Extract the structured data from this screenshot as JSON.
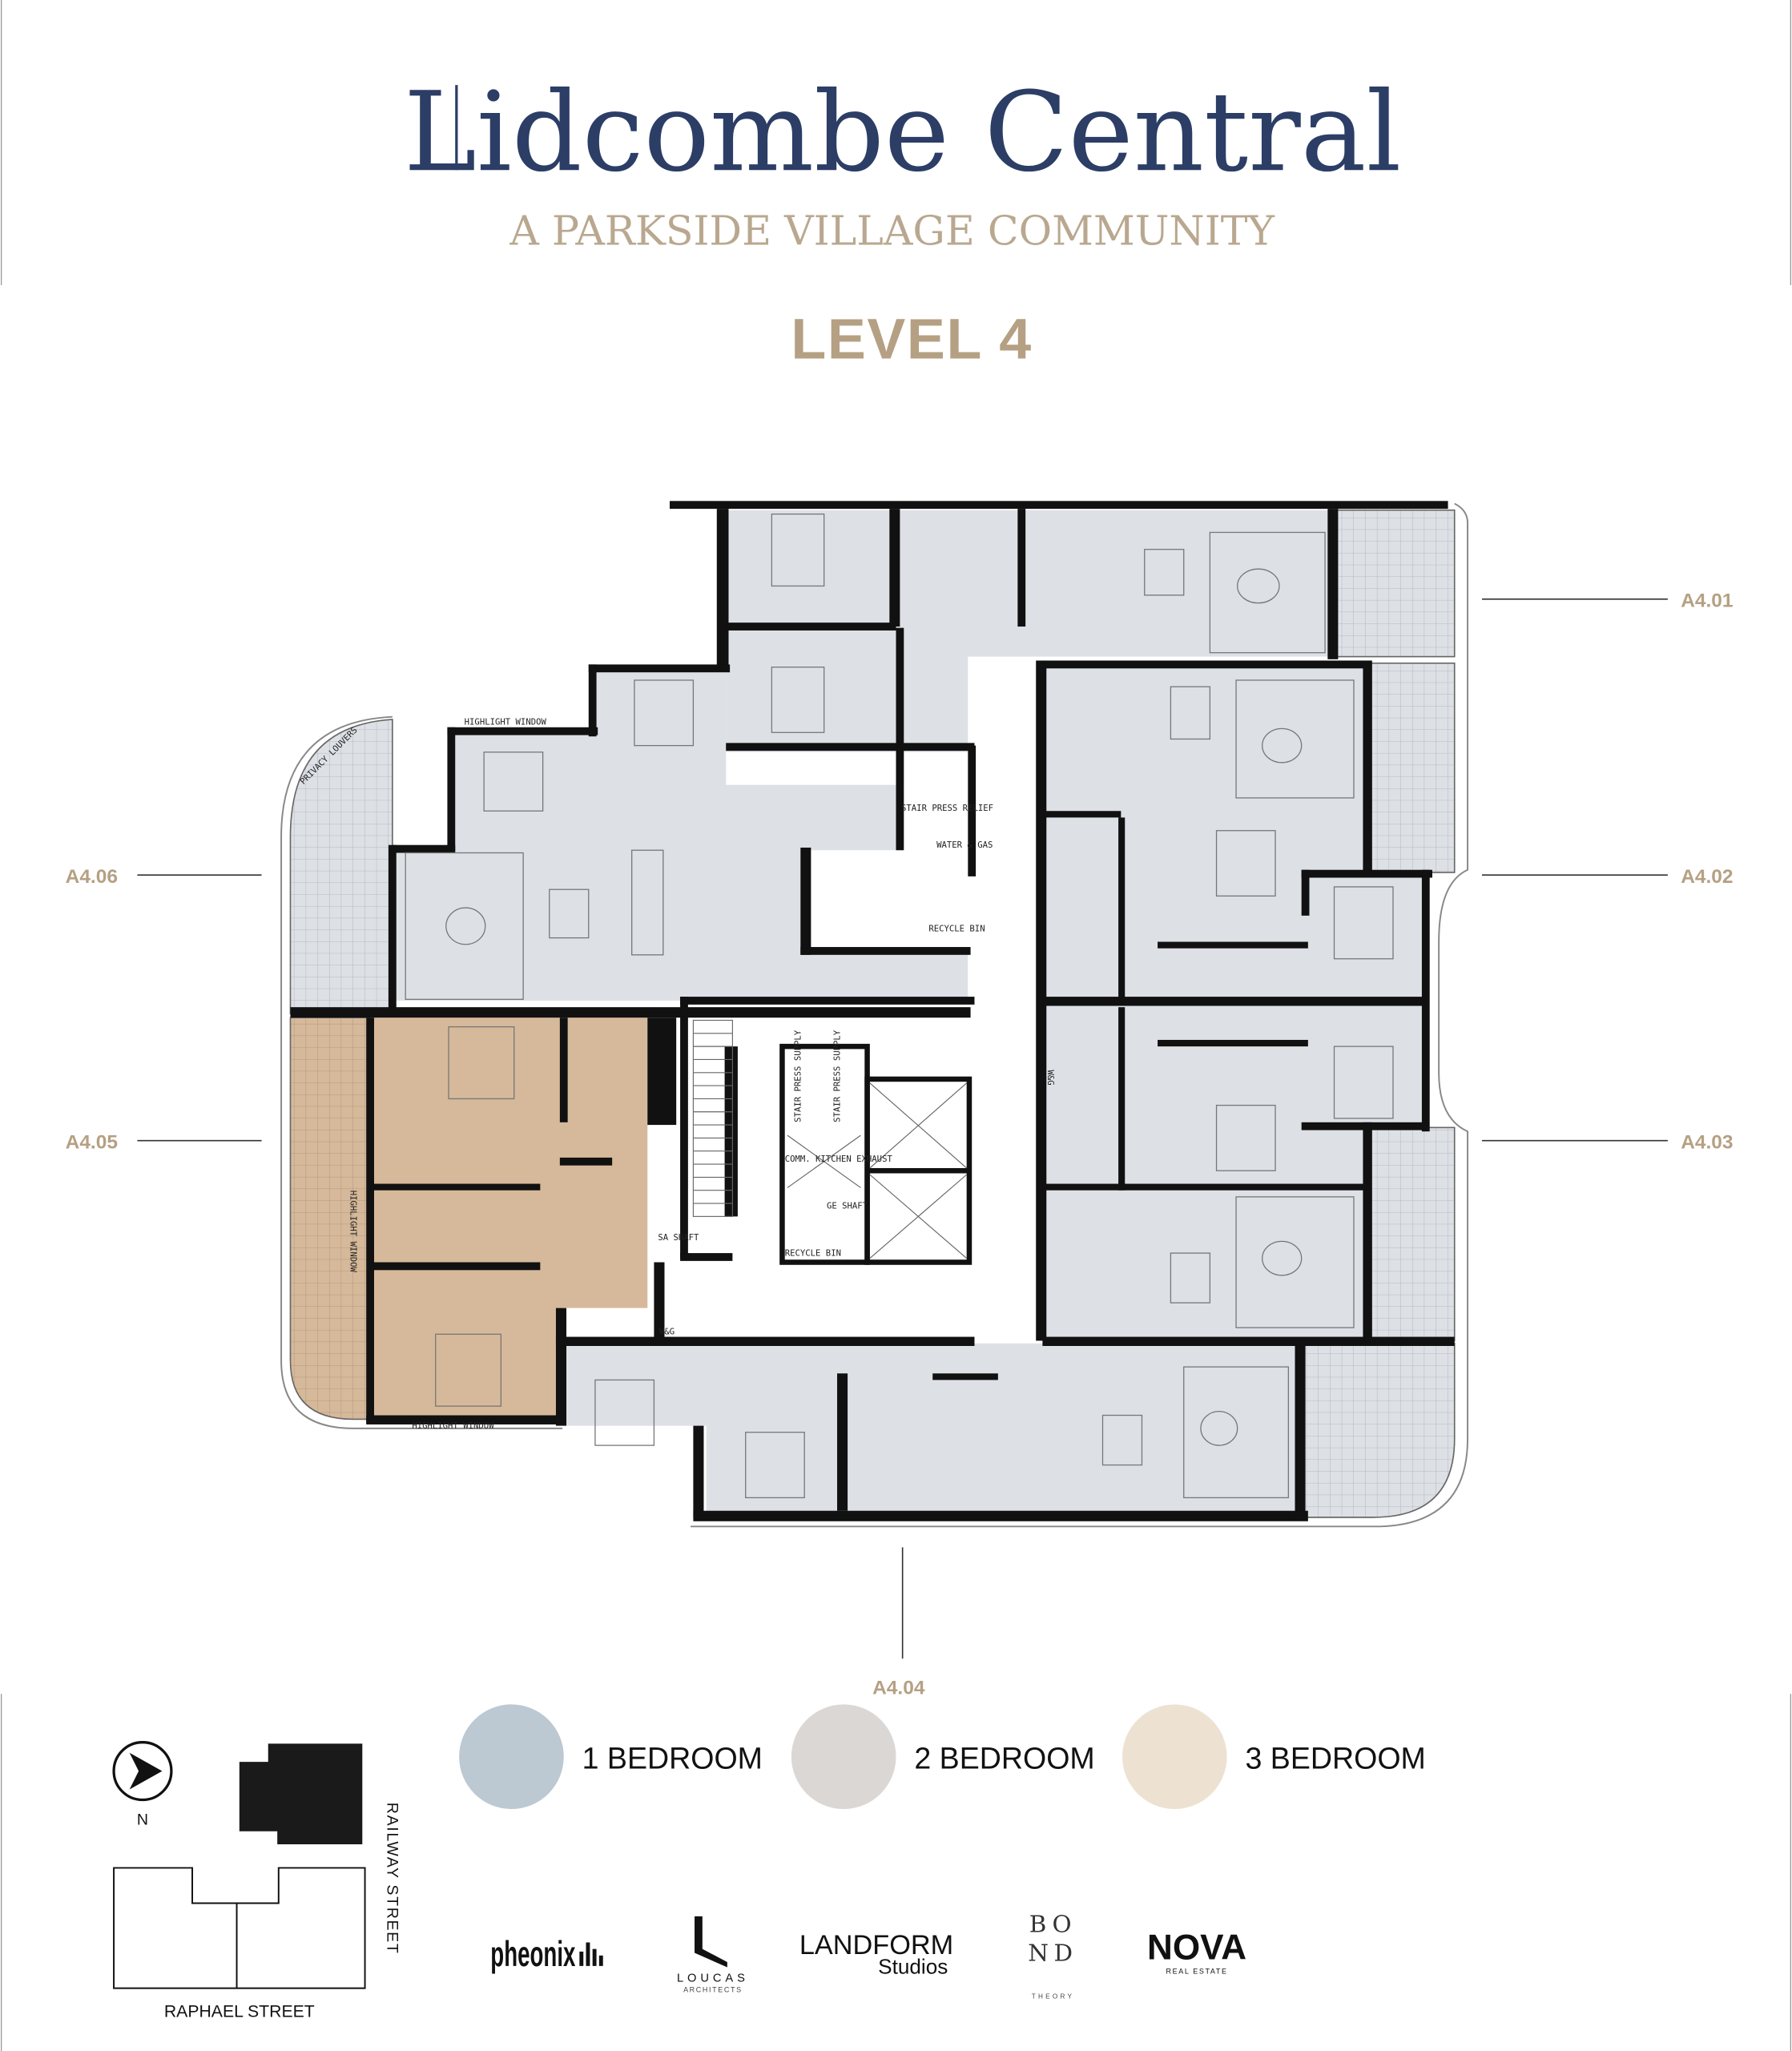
{
  "header": {
    "title": "Lidcombe Central",
    "subtitle": "A PARKSIDE VILLAGE COMMUNITY",
    "level": "LEVEL 4"
  },
  "units": {
    "a401": "A4.01",
    "a402": "A4.02",
    "a403": "A4.03",
    "a404": "A4.04",
    "a405": "A4.05",
    "a406": "A4.06"
  },
  "plan_labels": {
    "highlight_window_top": "HIGHLIGHT WINDOW",
    "privacy_louvers": "PRIVACY LOUVERS",
    "highlight_window_side": "HIGHLIGHT WINDOW",
    "highlight_window_bottom": "HIGHLIGHT WINDOW",
    "stair_press_relief": "STAIR PRESS RELIEF",
    "water_gas": "WATER & GAS",
    "recycle_bin_1": "RECYCLE BIN",
    "stair_press_supply_1": "STAIR PRESS SUPPLY",
    "stair_press_supply_2": "STAIR PRESS SUPPLY",
    "comm_kitchen_exhaust": "COMM. KITCHEN EXHAUST",
    "ge_shaft": "GE SHAFT",
    "sa_shaft": "SA SHAFT",
    "recycle_bin_2": "RECYCLE BIN",
    "wg_1": "W&G",
    "wg_2": "W&G"
  },
  "legend": [
    {
      "label": "1 BEDROOM",
      "color": "#bcc8d2"
    },
    {
      "label": "2 BEDROOM",
      "color": "#dbd7d5"
    },
    {
      "label": "3 BEDROOM",
      "color": "#ede2d2"
    }
  ],
  "site": {
    "north": "N",
    "railway_street": "RAILWAY STREET",
    "raphael_street": "RAPHAEL STREET"
  },
  "logos": {
    "pheonix": "pheonix",
    "loucas": "LOUCAS",
    "loucas_sub": "ARCHITECTS",
    "landform": "LANDFORM",
    "landform_sub": "Studios",
    "bond_1": "BO",
    "bond_2": "ND",
    "bond_sub": "THEORY",
    "nova": "NOVA",
    "nova_sub": "REAL ESTATE"
  },
  "colors": {
    "title": "#2c3e66",
    "accent": "#b5a083",
    "unit_fill": "#dde1e6",
    "three_bed_fill": "#d6b99a"
  }
}
